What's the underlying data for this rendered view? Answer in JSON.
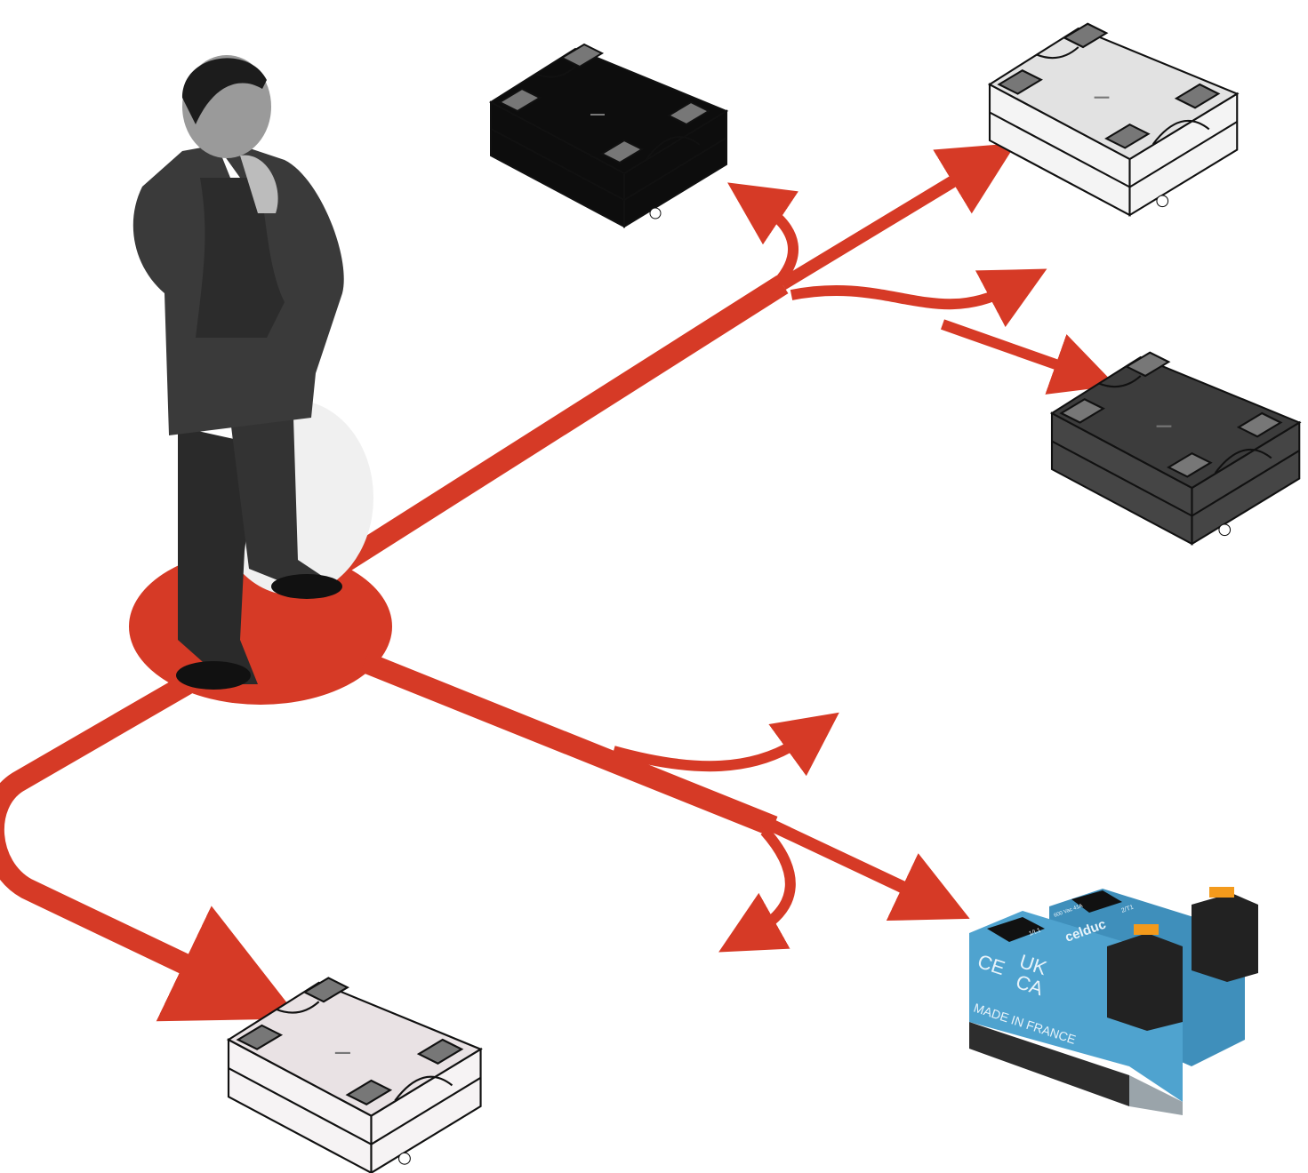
{
  "colors": {
    "path_red": "#d63a26",
    "module_black": "#0d0d0d",
    "module_white": "#e2e2e2",
    "module_dark_gray": "#3c3c3c",
    "module_light_pink": "#e9e2e4",
    "relay_blue": "#4fa3cf",
    "terminal_orange": "#f39a1c"
  },
  "relay_markings": {
    "brand": "celduc",
    "ce": "CE",
    "ukca_1": "UK",
    "ukca_2": "CA",
    "origin": "MADE IN FRANCE",
    "terminal_1": "1/L1",
    "terminal_2": "2/T1",
    "rating": "600 Vac 41A"
  }
}
